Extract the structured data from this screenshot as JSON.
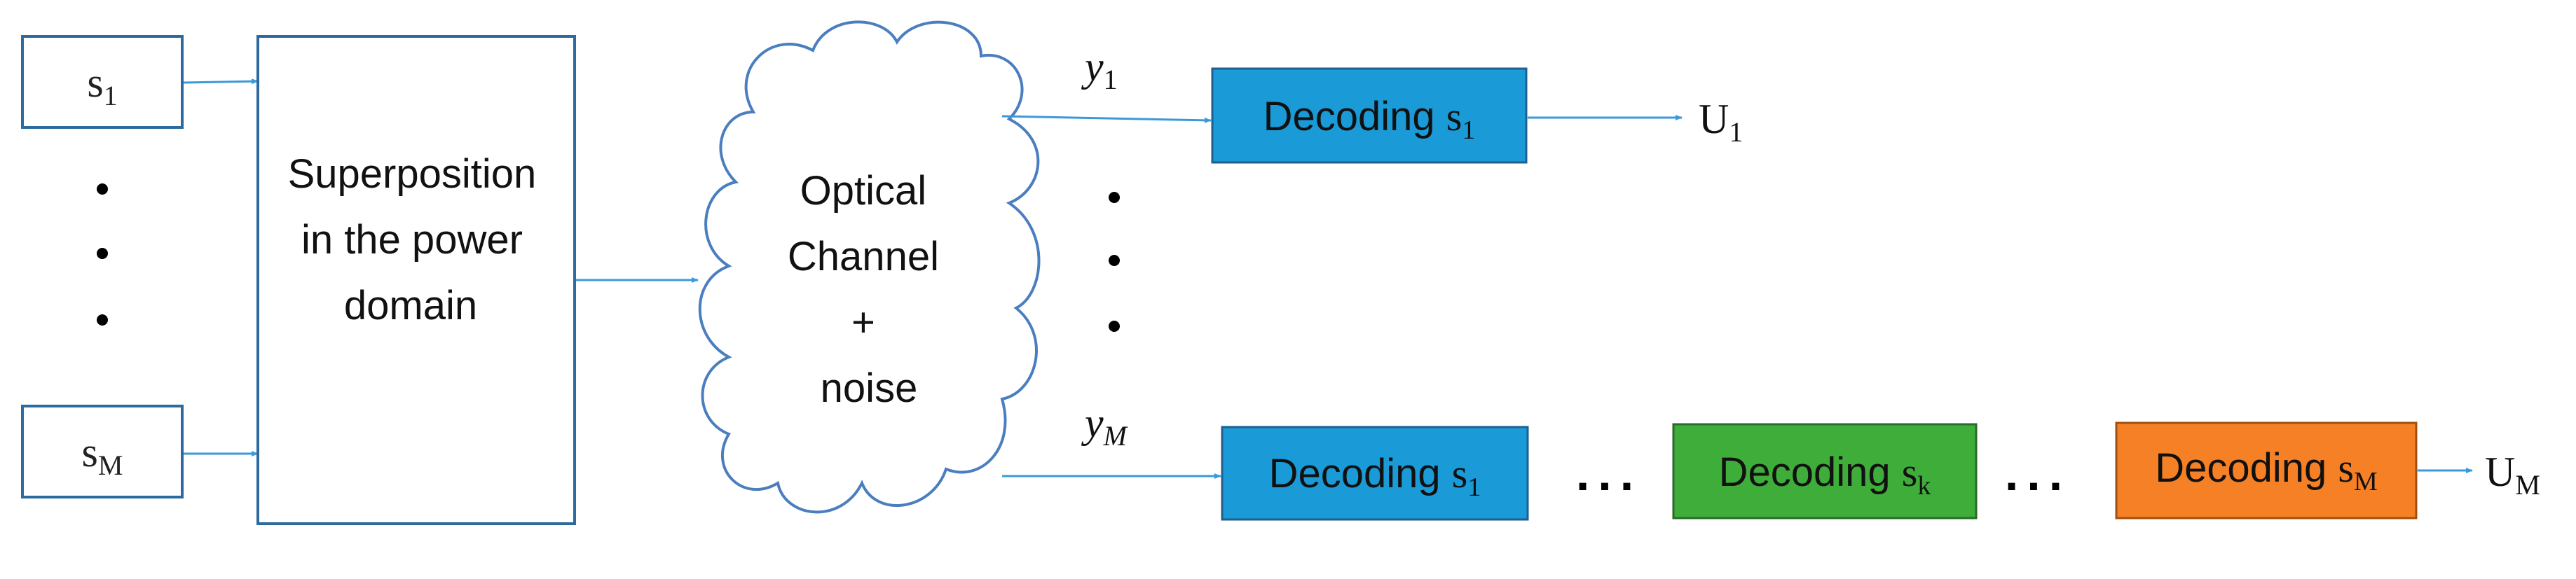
{
  "inputs": {
    "s1": {
      "base": "s",
      "sub": "1"
    },
    "sM": {
      "base": "s",
      "sub": "M"
    }
  },
  "superposition": {
    "lines": [
      "Superposition",
      "in the power",
      "domain"
    ]
  },
  "channel": {
    "lines": [
      "Optical",
      "Channel",
      "+",
      "noise"
    ]
  },
  "outputs": {
    "y1": {
      "base": "y",
      "sub": "1"
    },
    "yM": {
      "base": "y",
      "sub": "M"
    }
  },
  "decoders": {
    "prefix": "Decoding ",
    "top": {
      "base": "s",
      "sub": "1"
    },
    "bottom1": {
      "base": "s",
      "sub": "1"
    },
    "bottomK": {
      "base": "s",
      "sub": "k"
    },
    "bottomM": {
      "base": "s",
      "sub": "M"
    }
  },
  "users": {
    "u1": {
      "base": "U",
      "sub": "1"
    },
    "uM": {
      "base": "U",
      "sub": "M"
    }
  },
  "ellipsis": "...",
  "colors": {
    "blue": "#1a9ad6",
    "green": "#3fad3a",
    "orange": "#f58025",
    "arrow": "#3a9ad9",
    "box_stroke": "#2c6aa0",
    "cloud_stroke": "#4a7ebf"
  }
}
